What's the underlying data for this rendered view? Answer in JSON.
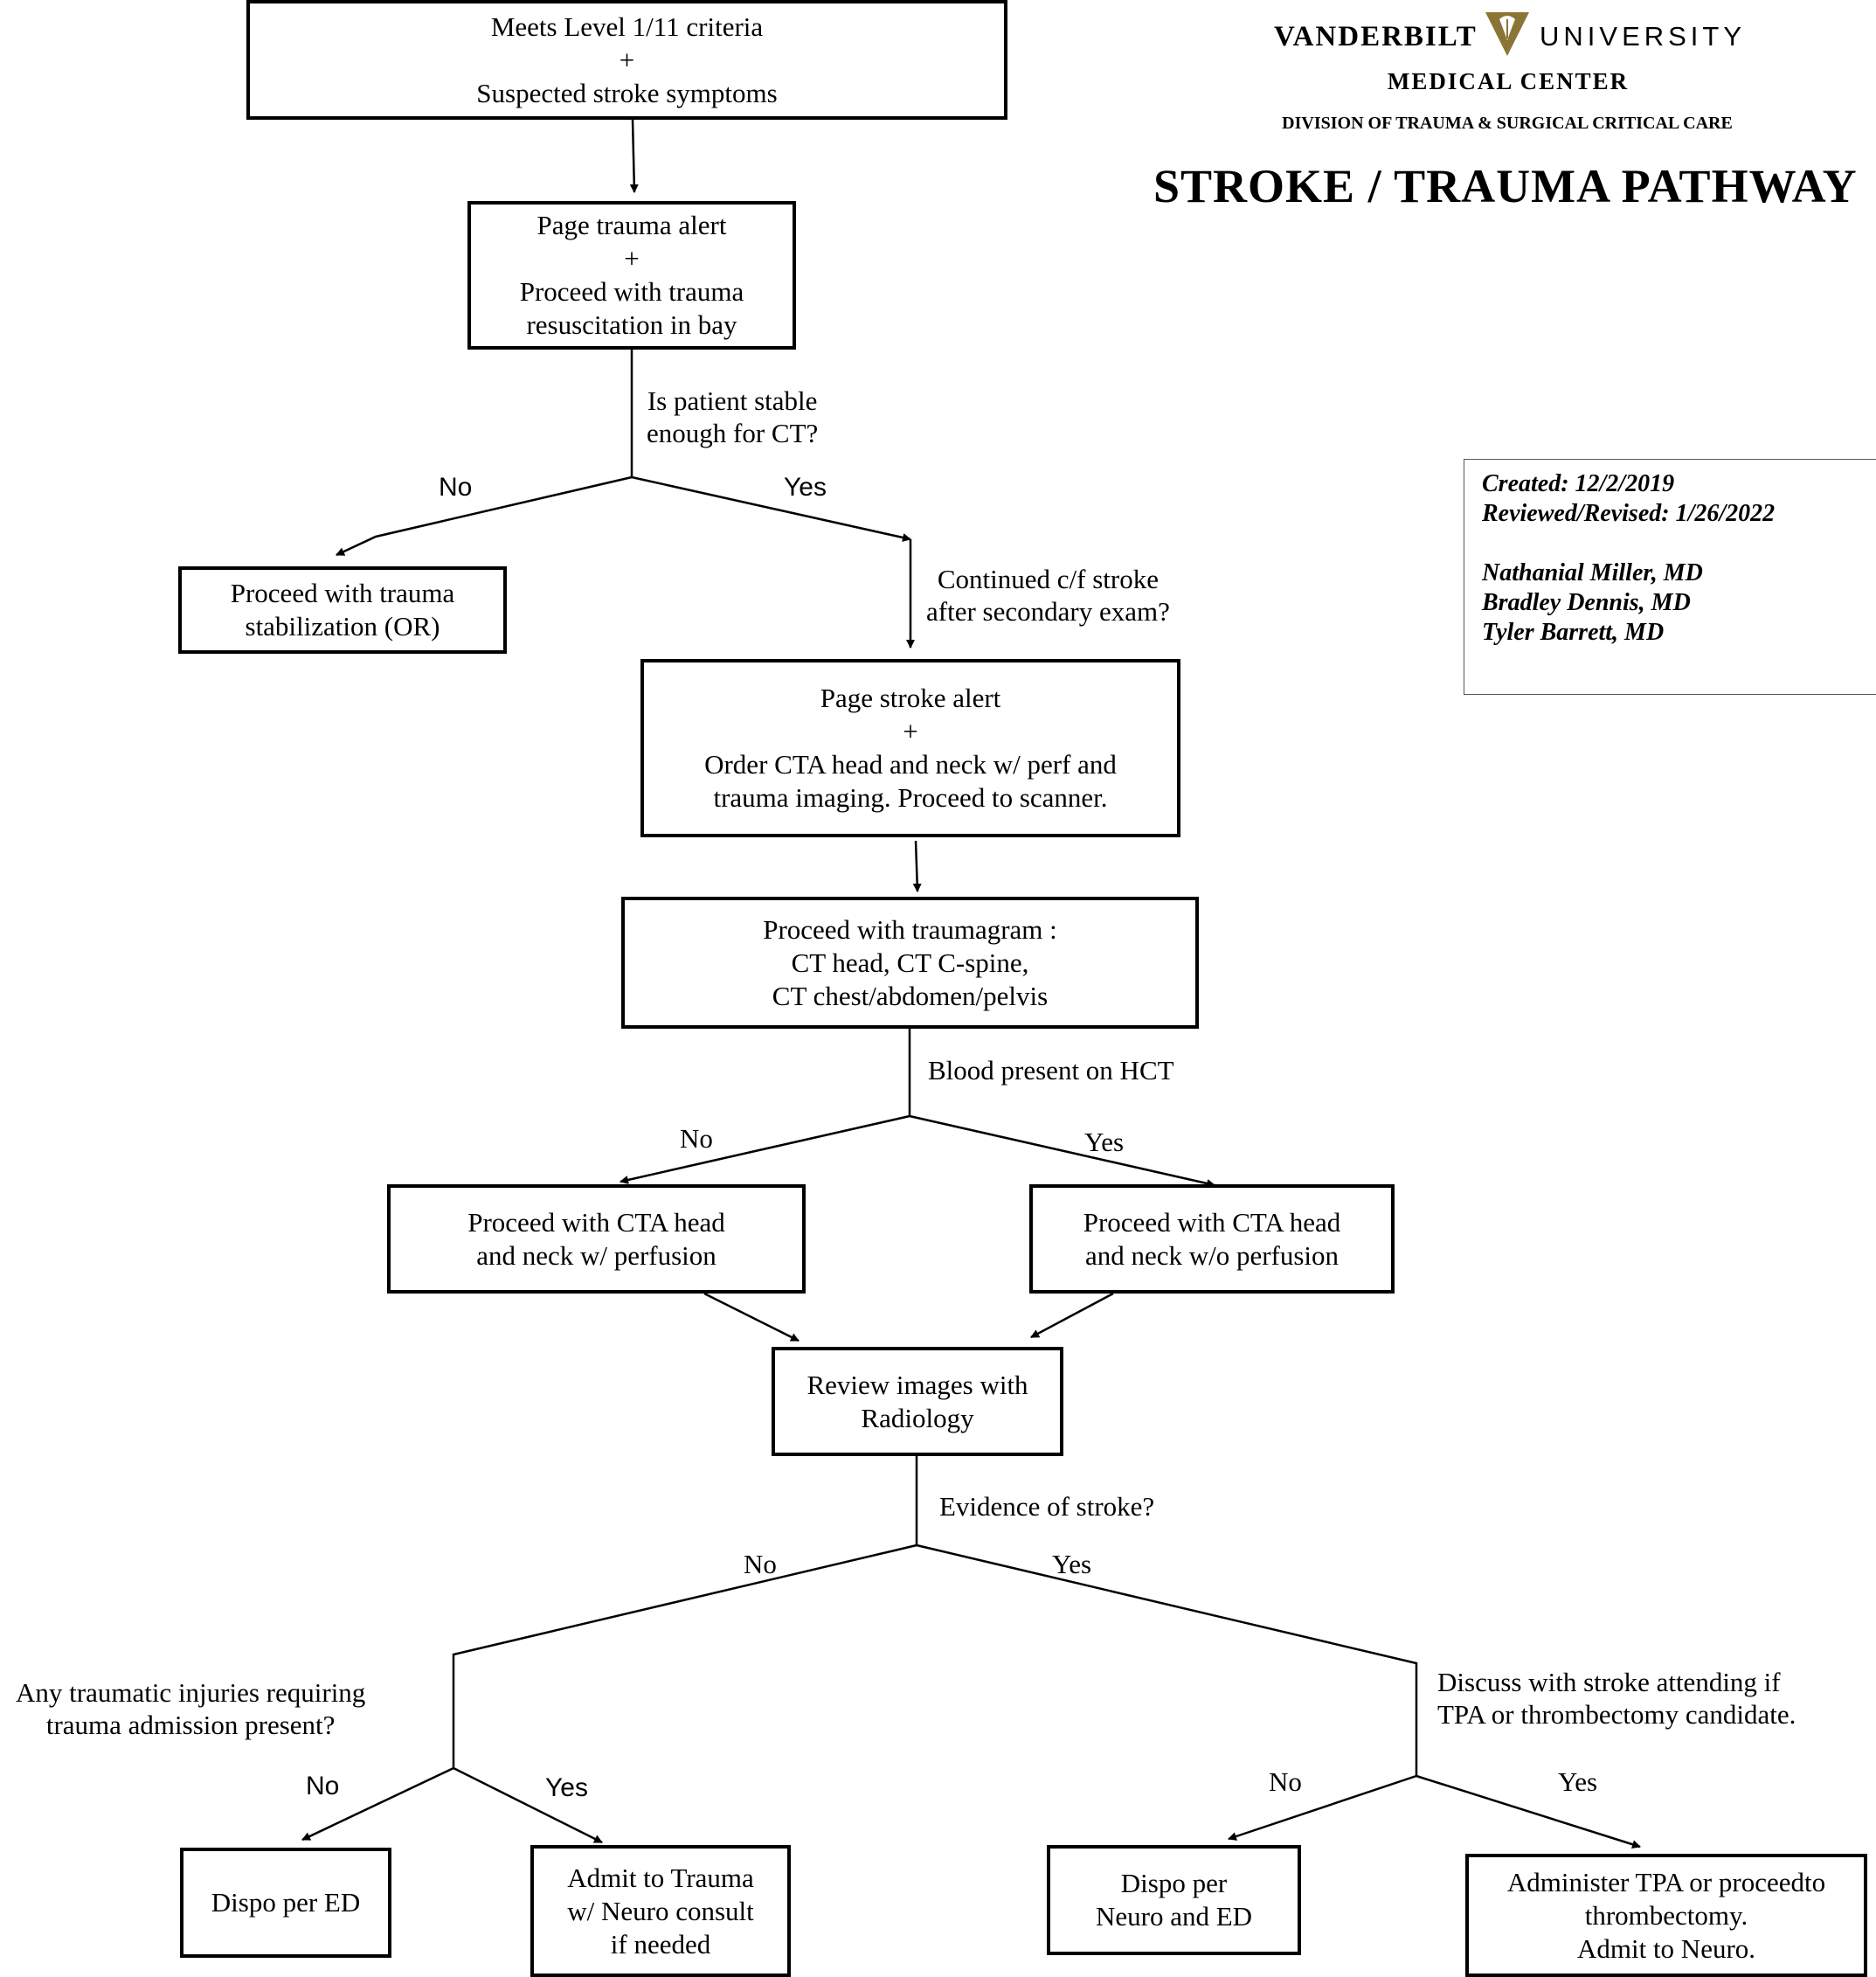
{
  "header": {
    "logo_word_left": "VANDERBILT",
    "logo_word_right": "UNIVERSITY",
    "logo_sub": "MEDICAL CENTER",
    "division": "DIVISION OF TRAUMA & SURGICAL CRITICAL CARE",
    "title": "STROKE / TRAUMA PATHWAY",
    "logo_icon": "vanderbilt-v-oak-leaf-icon",
    "logo_color": "#8a7436"
  },
  "credits": {
    "created": "Created: 12/2/2019",
    "reviewed": "Reviewed/Revised: 1/26/2022",
    "authors": [
      "Nathanial Miller, MD",
      "Bradley Dennis, MD",
      "Tyler Barrett, MD"
    ]
  },
  "nodes": {
    "start": [
      "Meets Level 1/11 criteria",
      "+",
      "Suspected stroke symptoms"
    ],
    "page_trauma": [
      "Page trauma alert",
      "+",
      "Proceed with trauma",
      "resuscitation in bay"
    ],
    "trauma_stabilization": [
      "Proceed with trauma",
      "stabilization (OR)"
    ],
    "page_stroke": [
      "Page stroke alert",
      "+",
      "Order CTA head and neck w/ perf and",
      "trauma imaging. Proceed to scanner."
    ],
    "traumagram": [
      "Proceed with traumagram :",
      "CT head, CT C-spine,",
      "CT chest/abdomen/pelvis"
    ],
    "cta_with_perfusion": [
      "Proceed with CTA head",
      "and neck w/ perfusion"
    ],
    "cta_without_perfusion": [
      "Proceed with CTA head",
      "and neck w/o perfusion"
    ],
    "review_images": [
      "Review images with",
      "Radiology"
    ],
    "dispo_ed": [
      "Dispo per ED"
    ],
    "admit_trauma": [
      "Admit to Trauma",
      "w/ Neuro consult",
      "if needed"
    ],
    "dispo_neuro_ed": [
      "Dispo per",
      "Neuro and ED"
    ],
    "administer_tpa": [
      "Administer TPA or proceedto",
      "thrombectomy.",
      "Admit to Neuro."
    ]
  },
  "questions": {
    "stable_for_ct": [
      "Is patient stable",
      "enough for CT?"
    ],
    "continued_stroke": [
      "Continued c/f stroke",
      "after secondary exam?"
    ],
    "blood_on_hct": [
      "Blood present on HCT"
    ],
    "evidence_of_stroke": [
      "Evidence of stroke?"
    ],
    "traumatic_injuries": [
      "Any traumatic injuries requiring",
      "trauma admission present?"
    ],
    "discuss_attending": [
      "Discuss with stroke attending if",
      "TPA or thrombectomy candidate."
    ]
  },
  "branch_labels": {
    "stable_no": "No",
    "stable_yes": "Yes",
    "blood_no": "No",
    "blood_yes": "Yes",
    "evidence_no": "No",
    "evidence_yes": "Yes",
    "injuries_no": "No",
    "injuries_yes": "Yes",
    "attending_no": "No",
    "attending_yes": "Yes"
  }
}
